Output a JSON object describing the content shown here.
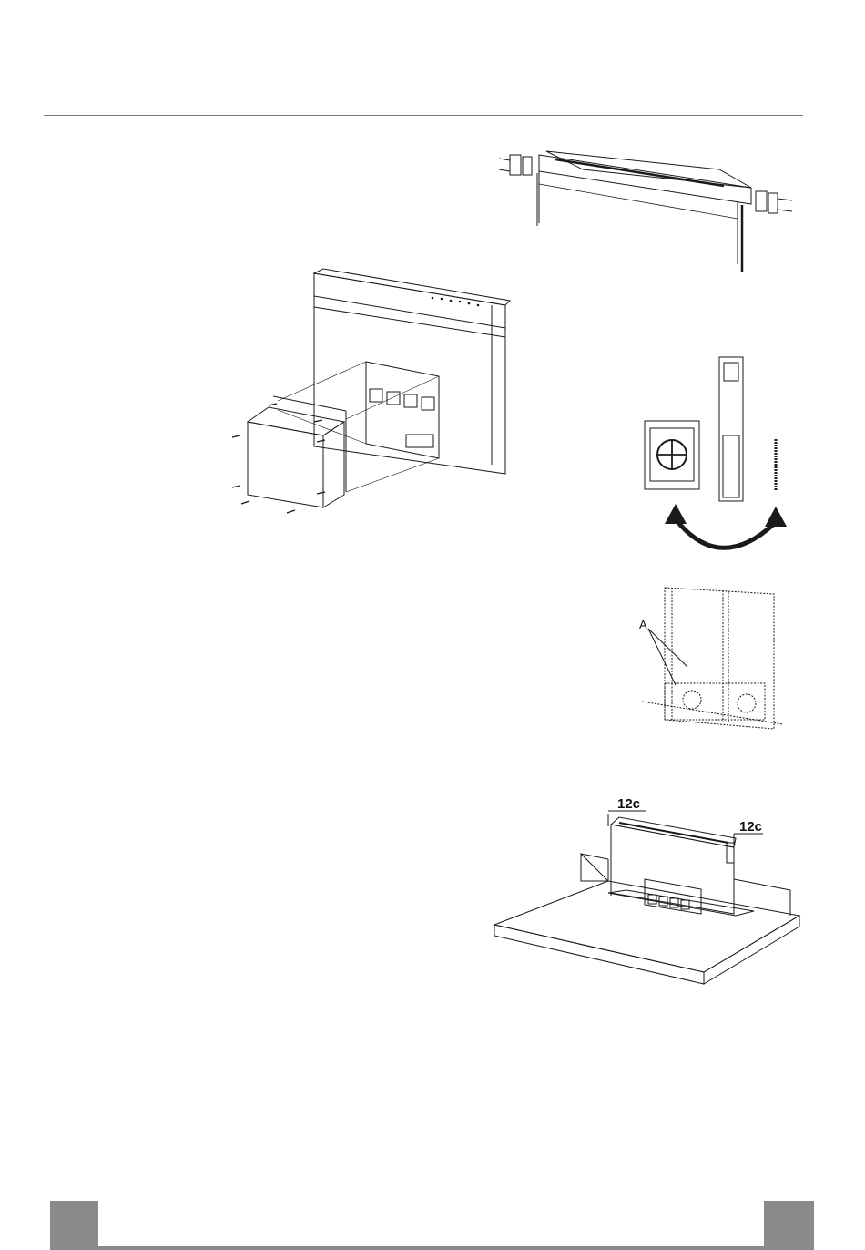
{
  "figures": {
    "fig_attach_module": {
      "callouts": []
    },
    "fig_filter_swap": {
      "callouts": []
    },
    "fig_motor_screws": {
      "callouts": [
        "A"
      ]
    },
    "fig_countertop": {
      "callouts": [
        "12c",
        "12c"
      ]
    }
  },
  "colors": {
    "line": "#1a1a1a",
    "rule": "#777777",
    "footer_gray": "#8a8a8a"
  }
}
